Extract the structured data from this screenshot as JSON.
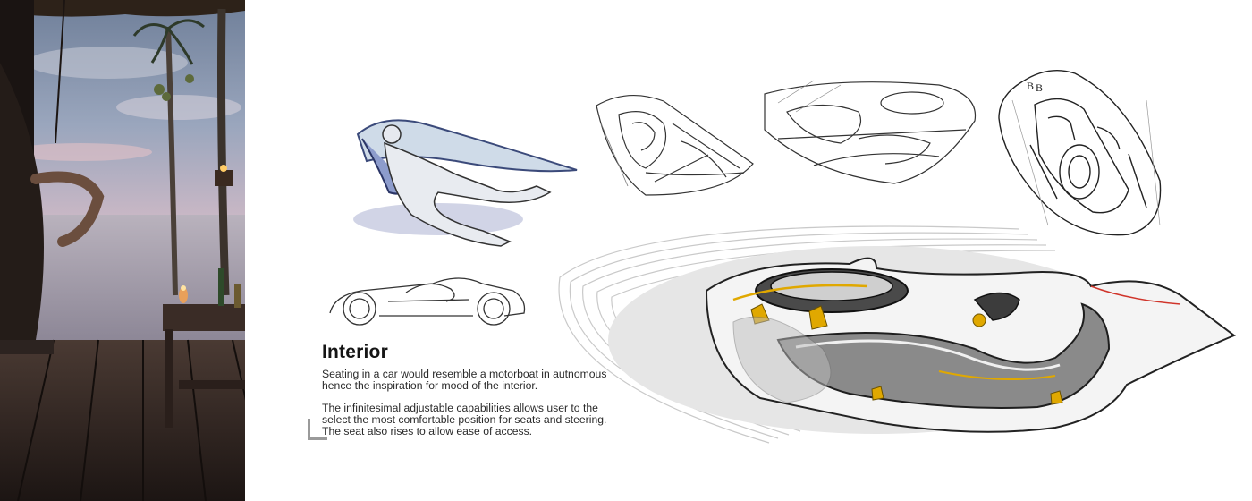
{
  "section": {
    "title": "Interior",
    "paragraph_1": "Seating in a car would resemble a motorboat in autnomous hence the inspiration for mood of the interior.",
    "paragraph_2": "The infinitesimal adjustable capabilities allows user to the select the most comfortable position for seats and steering. The seat also rises to allow ease of access."
  },
  "colors": {
    "accent": "#e0a800",
    "ink": "#222222",
    "sunset": "#e9a7a3"
  },
  "icons": {
    "corner_mark": "corner-bracket-icon"
  }
}
